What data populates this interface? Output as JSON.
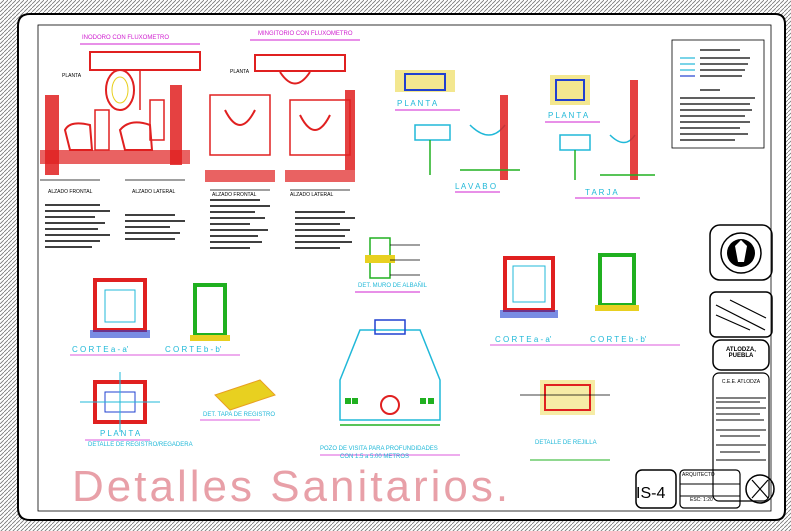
{
  "sheet": {
    "title": "Detalles Sanitarios.",
    "sheet_id": "IS-4",
    "location": "ATLODZA, PUEBLA"
  },
  "drawings": {
    "inodoro_title": "INODORO CON FLUXOMETRO",
    "mingitorio_title": "MINGITORIO CON FLUXOMETRO",
    "planta_1": "PLANTA",
    "planta_2": "PLANTA",
    "alzado_frontal_1": "ALZADO FRONTAL",
    "alzado_lateral_1": "ALZADO LATERAL",
    "alzado_frontal_2": "ALZADO FRONTAL",
    "alzado_lateral_2": "ALZADO LATERAL",
    "lavabo_planta_1": "P L A N T A",
    "lavabo_planta_2": "P L A N T A",
    "lavabo_title": "L A V A B O",
    "tarja_title": "T A R J A",
    "det_muro": "DET. MURO DE ALBAÑIL",
    "corte_1": "C O R T E   a - a'",
    "corte_2": "C O R T E   b - b'",
    "corte_3": "C O R T E   a - a'",
    "corte_4": "C O R T E   b - b'",
    "planta_registro": "P L A N T A",
    "det_registro": "DETALLE DE REGISTRO/REGADERA",
    "det_tapa": "DET. TAPA DE REGISTRO",
    "pozo_title": "POZO DE VISITA PARA PROFUNDIDADES",
    "pozo_sub": "CON 1.5 a 5.00 METROS",
    "det_rejilla": "DETALLE DE REJILLA"
  },
  "title_block": {
    "cedula": "C.E.E. ATLODZA",
    "project": "ARQUITECTO",
    "scale": "ESC: 1:20"
  },
  "colors": {
    "red": "#e02020",
    "cyan": "#20b8d8",
    "magenta": "#d020d0",
    "yellow": "#e8d020",
    "green": "#20b020",
    "blue": "#2040d0",
    "title_pink": "#e8a0a8"
  }
}
